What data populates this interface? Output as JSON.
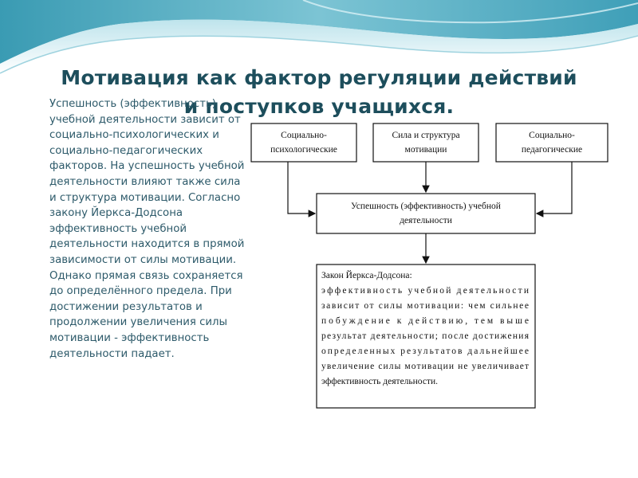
{
  "slide": {
    "title_line1": "Мотивация как фактор регуляции действий",
    "title_line2": "и поступков учащихся.",
    "body": "Успешность (эффективность) учебной деятельности зависит от социально-психологических и социально-педагогических факторов. На успешность учебной деятельности влияют также сила и структура мотивации. Согласно закону Йеркса-Додсона эффективность учебной деятельности находится в прямой зависимости от силы мотивации. Однако прямая связь сохраняется до определённого предела. При достижении результатов и продолжении увеличения силы мотивации - эффективность деятельности падает."
  },
  "diagram": {
    "box_left": {
      "line1": "Социально-",
      "line2": "психологические"
    },
    "box_middle": {
      "line1": "Сила и структура",
      "line2": "мотивации"
    },
    "box_right": {
      "line1": "Социально-",
      "line2": "педагогические"
    },
    "box_center": {
      "line1": "Успешность (эффективность) учебной",
      "line2": "деятельности"
    },
    "law": {
      "title": "Закон Йеркса-Додсона:",
      "lines": [
        "эффективность учебной деятельности",
        "зависит от силы мотивации: чем сильнее",
        "побуждение к действию, тем выше",
        "результат деятельности; после достижения",
        "определенных результатов дальнейшее",
        "увеличение силы мотивации не увеличивает",
        "эффективность деятельности."
      ]
    }
  },
  "colors": {
    "title": "#1d4e5c",
    "body_text": "#2d5a6a",
    "wave_light": "#c8e8ee",
    "wave_mid": "#7cc4d4",
    "wave_dark": "#3a9bb3"
  }
}
